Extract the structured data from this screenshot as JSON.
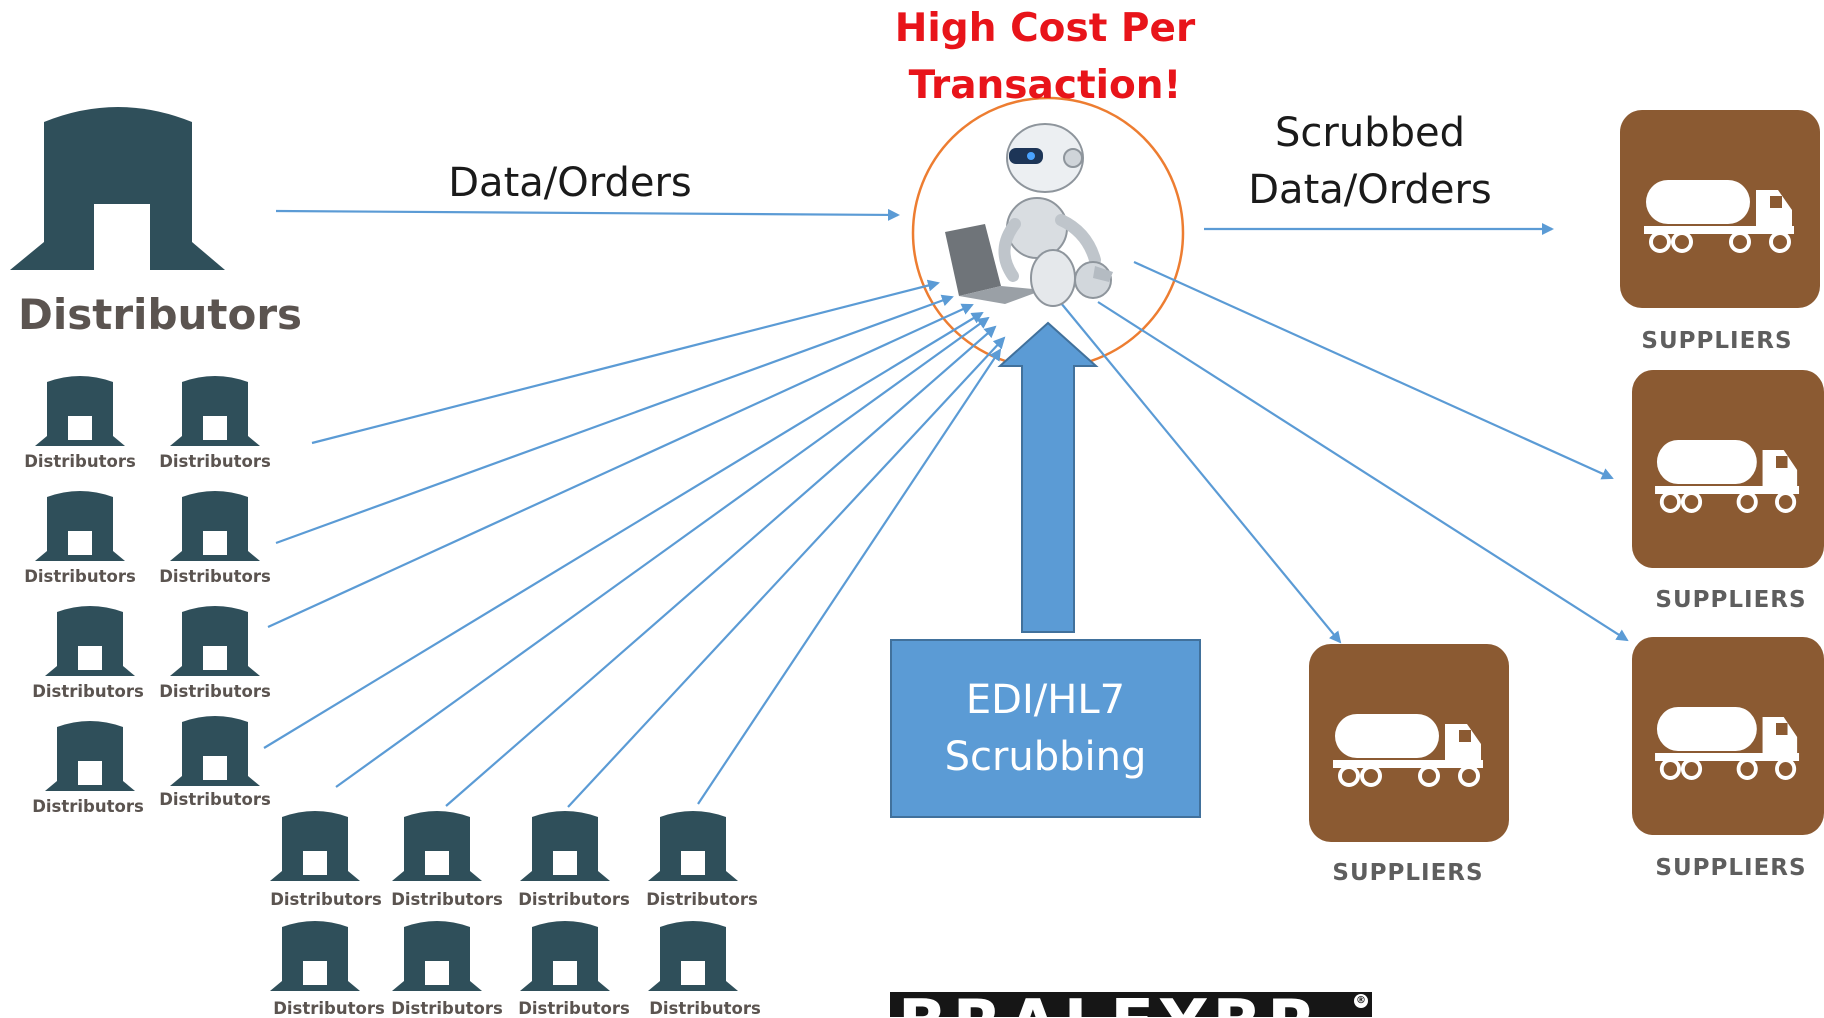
{
  "colors": {
    "building": "#2f4f5a",
    "supplier_tile": "#8b5a32",
    "arrow": "#5b9bd5",
    "circle": "#ed7d31",
    "warning": "#e8141a",
    "edi_box": "#5b9bd5"
  },
  "warning": {
    "line1": "High Cost Per",
    "line2": "Transaction!"
  },
  "flows": {
    "inbound": "Data/Orders",
    "outbound_line1": "Scrubbed",
    "outbound_line2": "Data/Orders"
  },
  "edi_box": {
    "line1": "EDI/HL7",
    "line2": "Scrubbing"
  },
  "distributors": {
    "main_label": "Distributors",
    "small_label": "Distributors",
    "icon": "warehouse-icon"
  },
  "suppliers": {
    "label": "SUPPLIERS",
    "icon": "tanker-truck-icon"
  },
  "center": {
    "icon": "robot-with-laptop-icon"
  },
  "logo": {
    "text": "BRALEYBR",
    "icon": "registered-mark-icon"
  }
}
